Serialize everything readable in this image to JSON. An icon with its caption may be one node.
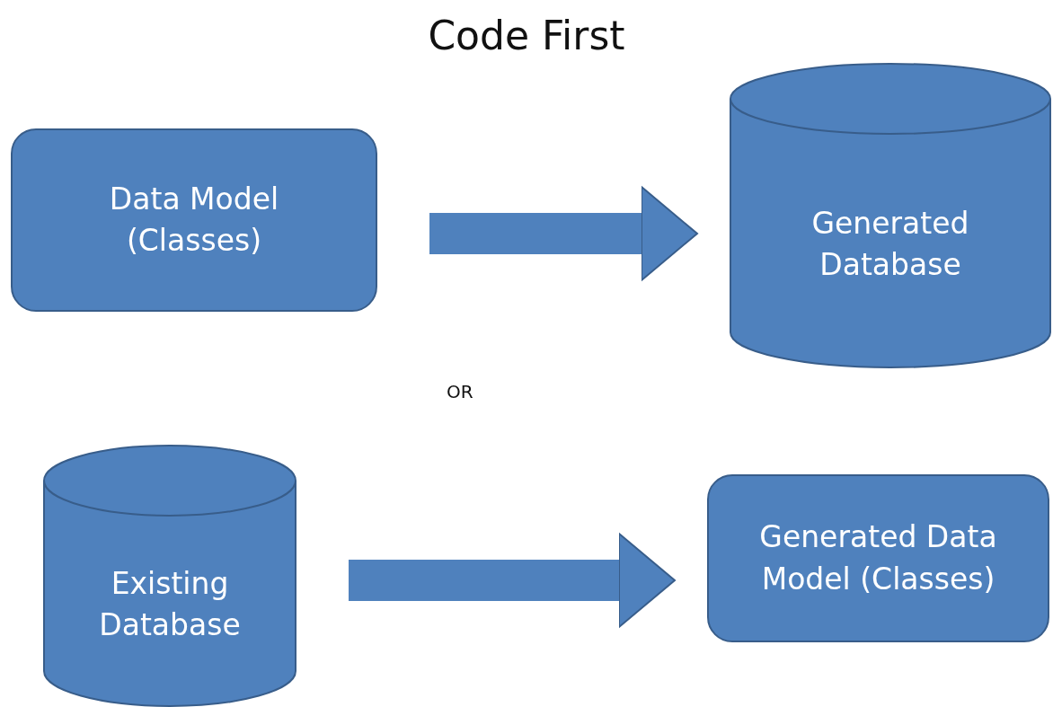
{
  "diagram": {
    "title": "Code First",
    "nodes": [
      {
        "text": [
          "Data Model (Classes)"
        ]
      },
      {
        "text": [
          "Generated Database"
        ]
      },
      {
        "text": [
          "Existing Database"
        ]
      },
      {
        "text": [
          "Generated Data Model (Classes)"
        ]
      }
    ],
    "edges": [
      {
        "from": 0,
        "to": 1,
        "arrow": "to"
      },
      {
        "from": 2,
        "to": 3,
        "arrow": "to"
      }
    ],
    "labels": [
      "OR"
    ]
  }
}
